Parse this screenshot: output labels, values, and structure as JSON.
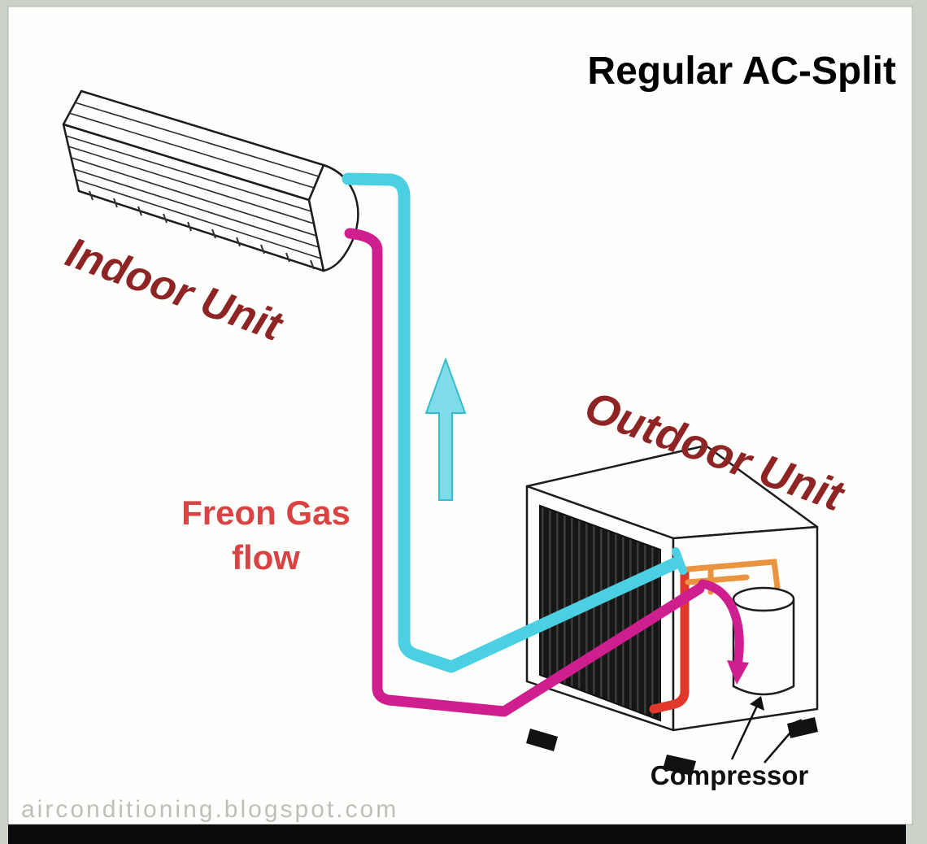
{
  "diagram": {
    "title": "Regular AC-Split",
    "labels": {
      "indoor_unit": "Indoor Unit",
      "outdoor_unit": "Outdoor Unit",
      "freon_gas_line1": "Freon Gas",
      "freon_gas_line2": "flow",
      "compressor": "Compressor"
    },
    "watermark": "airconditioning.blogspot.com",
    "flow_arrow": {
      "direction": "up"
    },
    "components": [
      "indoor-unit",
      "outdoor-unit",
      "compressor",
      "condenser-grill",
      "refrigerant-pipes"
    ],
    "colors": {
      "pipe_cyan": "#4ad0e2",
      "pipe_magenta": "#cf1f8e",
      "pipe_red": "#e0392b",
      "pipe_orange": "#ea9440",
      "flow_arrow_fill": "#7edce9",
      "label_maroon": "#8e2424",
      "label_red": "#d94343",
      "title_color": "#000000",
      "frame_border": "#cbd3c8",
      "frame_bottom_bar": "#0b0b0b"
    }
  }
}
